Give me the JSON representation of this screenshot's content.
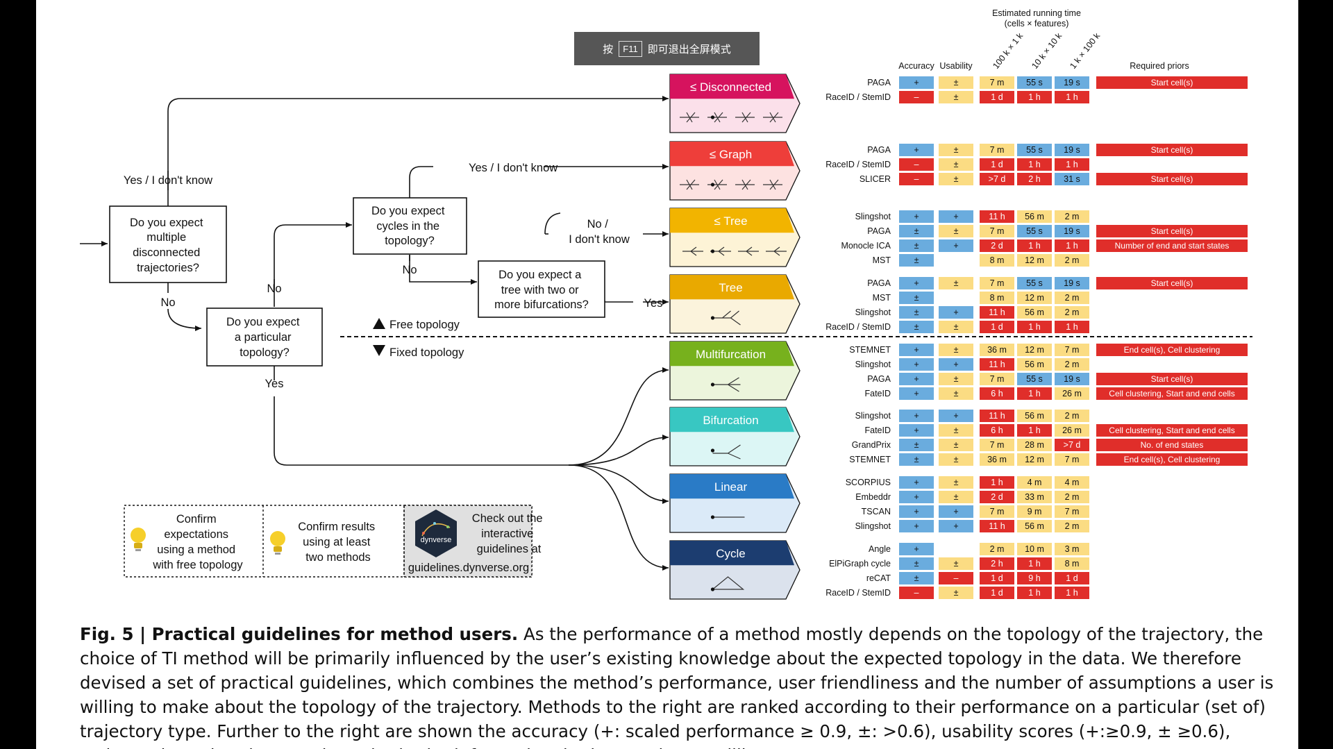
{
  "banner": {
    "pre": "按",
    "key": "F11",
    "post": "即可退出全屏模式"
  },
  "header": {
    "time_line1": "Estimated running time",
    "time_line2": "(cells × features)",
    "accuracy": "Accuracy",
    "usability": "Usability",
    "t1": "100 k × 1 k",
    "t2": "10 k × 10 k",
    "t3": "1 k × 100 k",
    "priors": "Required priors"
  },
  "flow": {
    "yes_idk_top": "Yes / I don't know",
    "q1_lines": [
      "Do you expect",
      "multiple",
      "disconnected",
      "trajectories?"
    ],
    "no_1": "No",
    "yes_idk_mid": "Yes / I don't know",
    "q_cycles_lines": [
      "Do you expect",
      "cycles in the",
      "topology?"
    ],
    "no_2": "No",
    "no_idk_lines": [
      "No /",
      "I don't know"
    ],
    "q_tree_lines": [
      "Do you expect a",
      "tree with two or",
      "more bifurcations?"
    ],
    "yes_tree": "Yes",
    "no_3": "No",
    "q_part_lines": [
      "Do you expect",
      "a particular",
      "topology?"
    ],
    "yes_fixed": "Yes",
    "free": "Free topology",
    "fixed": "Fixed topology"
  },
  "topologies": [
    {
      "label": "≤ Disconnected",
      "color": "#d6135e",
      "light": "#fbe0ea"
    },
    {
      "label": "≤ Graph",
      "color": "#ee3e3a",
      "light": "#fde2e1"
    },
    {
      "label": "≤ Tree",
      "color": "#f2b400",
      "light": "#fdf3d6"
    },
    {
      "label": "Tree",
      "color": "#e9a900",
      "light": "#fbf3dc"
    },
    {
      "label": "Multifurcation",
      "color": "#77b11d",
      "light": "#ecf5dc"
    },
    {
      "label": "Bifurcation",
      "color": "#38c7c2",
      "light": "#dcf6f5"
    },
    {
      "label": "Linear",
      "color": "#2a7bc6",
      "light": "#dbeaf8"
    },
    {
      "label": "Cycle",
      "color": "#1c3d70",
      "light": "#dbe2ed"
    }
  ],
  "colors": {
    "red": "#e02e2a",
    "blue": "#6aacde",
    "yellow": "#fbdc83"
  },
  "methods": [
    {
      "rows": [
        {
          "name": "PAGA",
          "acc": "+",
          "accC": "b",
          "use": "±",
          "useC": "y",
          "t1": "7 m",
          "t1C": "y",
          "t2": "55 s",
          "t2C": "b",
          "t3": "19 s",
          "t3C": "b",
          "prior": "Start cell(s)"
        },
        {
          "name": "RaceID / StemID",
          "acc": "–",
          "accC": "r",
          "use": "±",
          "useC": "y",
          "t1": "1 d",
          "t1C": "r",
          "t2": "1 h",
          "t2C": "r",
          "t3": "1 h",
          "t3C": "r",
          "prior": ""
        }
      ]
    },
    {
      "rows": [
        {
          "name": "PAGA",
          "acc": "+",
          "accC": "b",
          "use": "±",
          "useC": "y",
          "t1": "7 m",
          "t1C": "y",
          "t2": "55 s",
          "t2C": "b",
          "t3": "19 s",
          "t3C": "b",
          "prior": "Start cell(s)"
        },
        {
          "name": "RaceID / StemID",
          "acc": "–",
          "accC": "r",
          "use": "±",
          "useC": "y",
          "t1": "1 d",
          "t1C": "r",
          "t2": "1 h",
          "t2C": "r",
          "t3": "1 h",
          "t3C": "r",
          "prior": ""
        },
        {
          "name": "SLICER",
          "acc": "–",
          "accC": "r",
          "use": "±",
          "useC": "y",
          "t1": ">7 d",
          "t1C": "r",
          "t2": "2 h",
          "t2C": "r",
          "t3": "31 s",
          "t3C": "b",
          "prior": "Start cell(s)"
        }
      ]
    },
    {
      "rows": [
        {
          "name": "Slingshot",
          "acc": "+",
          "accC": "b",
          "use": "+",
          "useC": "b",
          "t1": "11 h",
          "t1C": "r",
          "t2": "56 m",
          "t2C": "y",
          "t3": "2 m",
          "t3C": "y",
          "prior": ""
        },
        {
          "name": "PAGA",
          "acc": "±",
          "accC": "b",
          "use": "±",
          "useC": "y",
          "t1": "7 m",
          "t1C": "y",
          "t2": "55 s",
          "t2C": "b",
          "t3": "19 s",
          "t3C": "b",
          "prior": "Start cell(s)"
        },
        {
          "name": "Monocle ICA",
          "acc": "±",
          "accC": "b",
          "use": "+",
          "useC": "b",
          "t1": "2 d",
          "t1C": "r",
          "t2": "1 h",
          "t2C": "r",
          "t3": "1 h",
          "t3C": "r",
          "prior": "Number of end and start states"
        },
        {
          "name": "MST",
          "acc": "±",
          "accC": "b",
          "use": "",
          "useC": "",
          "t1": "8 m",
          "t1C": "y",
          "t2": "12 m",
          "t2C": "y",
          "t3": "2 m",
          "t3C": "y",
          "prior": ""
        }
      ]
    },
    {
      "rows": [
        {
          "name": "PAGA",
          "acc": "+",
          "accC": "b",
          "use": "±",
          "useC": "y",
          "t1": "7 m",
          "t1C": "y",
          "t2": "55 s",
          "t2C": "b",
          "t3": "19 s",
          "t3C": "b",
          "prior": "Start cell(s)"
        },
        {
          "name": "MST",
          "acc": "±",
          "accC": "b",
          "use": "",
          "useC": "",
          "t1": "8 m",
          "t1C": "y",
          "t2": "12 m",
          "t2C": "y",
          "t3": "2 m",
          "t3C": "y",
          "prior": ""
        },
        {
          "name": "Slingshot",
          "acc": "±",
          "accC": "b",
          "use": "+",
          "useC": "b",
          "t1": "11 h",
          "t1C": "r",
          "t2": "56 m",
          "t2C": "y",
          "t3": "2 m",
          "t3C": "y",
          "prior": ""
        },
        {
          "name": "RaceID / StemID",
          "acc": "±",
          "accC": "b",
          "use": "±",
          "useC": "y",
          "t1": "1 d",
          "t1C": "r",
          "t2": "1 h",
          "t2C": "r",
          "t3": "1 h",
          "t3C": "r",
          "prior": ""
        }
      ]
    },
    {
      "rows": [
        {
          "name": "STEMNET",
          "acc": "+",
          "accC": "b",
          "use": "±",
          "useC": "y",
          "t1": "36 m",
          "t1C": "y",
          "t2": "12 m",
          "t2C": "y",
          "t3": "7 m",
          "t3C": "y",
          "prior": "End cell(s), Cell clustering"
        },
        {
          "name": "Slingshot",
          "acc": "+",
          "accC": "b",
          "use": "+",
          "useC": "b",
          "t1": "11 h",
          "t1C": "r",
          "t2": "56 m",
          "t2C": "y",
          "t3": "2 m",
          "t3C": "y",
          "prior": ""
        },
        {
          "name": "PAGA",
          "acc": "+",
          "accC": "b",
          "use": "±",
          "useC": "y",
          "t1": "7 m",
          "t1C": "y",
          "t2": "55 s",
          "t2C": "b",
          "t3": "19 s",
          "t3C": "b",
          "prior": "Start cell(s)"
        },
        {
          "name": "FateID",
          "acc": "+",
          "accC": "b",
          "use": "±",
          "useC": "y",
          "t1": "6 h",
          "t1C": "r",
          "t2": "1 h",
          "t2C": "r",
          "t3": "26 m",
          "t3C": "y",
          "prior": "Cell clustering, Start and end cells"
        }
      ]
    },
    {
      "rows": [
        {
          "name": "Slingshot",
          "acc": "+",
          "accC": "b",
          "use": "+",
          "useC": "b",
          "t1": "11 h",
          "t1C": "r",
          "t2": "56 m",
          "t2C": "y",
          "t3": "2 m",
          "t3C": "y",
          "prior": ""
        },
        {
          "name": "FateID",
          "acc": "+",
          "accC": "b",
          "use": "±",
          "useC": "y",
          "t1": "6 h",
          "t1C": "r",
          "t2": "1 h",
          "t2C": "r",
          "t3": "26 m",
          "t3C": "y",
          "prior": "Cell clustering, Start and end cells"
        },
        {
          "name": "GrandPrix",
          "acc": "±",
          "accC": "b",
          "use": "±",
          "useC": "y",
          "t1": "7 m",
          "t1C": "y",
          "t2": "28 m",
          "t2C": "y",
          "t3": ">7 d",
          "t3C": "r",
          "prior": "No. of end states"
        },
        {
          "name": "STEMNET",
          "acc": "±",
          "accC": "b",
          "use": "±",
          "useC": "y",
          "t1": "36 m",
          "t1C": "y",
          "t2": "12 m",
          "t2C": "y",
          "t3": "7 m",
          "t3C": "y",
          "prior": "End cell(s), Cell clustering"
        }
      ]
    },
    {
      "rows": [
        {
          "name": "SCORPIUS",
          "acc": "+",
          "accC": "b",
          "use": "±",
          "useC": "y",
          "t1": "1 h",
          "t1C": "r",
          "t2": "4 m",
          "t2C": "y",
          "t3": "4 m",
          "t3C": "y",
          "prior": ""
        },
        {
          "name": "Embeddr",
          "acc": "+",
          "accC": "b",
          "use": "±",
          "useC": "y",
          "t1": "2 d",
          "t1C": "r",
          "t2": "33 m",
          "t2C": "y",
          "t3": "2 m",
          "t3C": "y",
          "prior": ""
        },
        {
          "name": "TSCAN",
          "acc": "+",
          "accC": "b",
          "use": "+",
          "useC": "b",
          "t1": "7 m",
          "t1C": "y",
          "t2": "9 m",
          "t2C": "y",
          "t3": "7 m",
          "t3C": "y",
          "prior": ""
        },
        {
          "name": "Slingshot",
          "acc": "+",
          "accC": "b",
          "use": "+",
          "useC": "b",
          "t1": "11 h",
          "t1C": "r",
          "t2": "56 m",
          "t2C": "y",
          "t3": "2 m",
          "t3C": "y",
          "prior": ""
        }
      ]
    },
    {
      "rows": [
        {
          "name": "Angle",
          "acc": "+",
          "accC": "b",
          "use": "",
          "useC": "",
          "t1": "2 m",
          "t1C": "y",
          "t2": "10 m",
          "t2C": "y",
          "t3": "3 m",
          "t3C": "y",
          "prior": ""
        },
        {
          "name": "ElPiGraph cycle",
          "acc": "±",
          "accC": "b",
          "use": "±",
          "useC": "y",
          "t1": "2 h",
          "t1C": "r",
          "t2": "1 h",
          "t2C": "r",
          "t3": "8 m",
          "t3C": "y",
          "prior": ""
        },
        {
          "name": "reCAT",
          "acc": "±",
          "accC": "b",
          "use": "–",
          "useC": "r",
          "t1": "1 d",
          "t1C": "r",
          "t2": "9 h",
          "t2C": "r",
          "t3": "1 d",
          "t3C": "r",
          "prior": ""
        },
        {
          "name": "RaceID / StemID",
          "acc": "–",
          "accC": "r",
          "use": "±",
          "useC": "y",
          "t1": "1 d",
          "t1C": "r",
          "t2": "1 h",
          "t2C": "r",
          "t3": "1 h",
          "t3C": "r",
          "prior": ""
        }
      ]
    }
  ],
  "tips": {
    "tip1_lines": [
      "Confirm",
      "expectations",
      "using a method",
      "with free topology"
    ],
    "tip2_lines": [
      "Confirm results",
      "using at least",
      "two methods"
    ],
    "tip3_lines": [
      "Check out the",
      "interactive",
      "guidelines at"
    ],
    "tip3_url": "guidelines.dynverse.org",
    "logo": "dynverse"
  },
  "caption": {
    "title": "Fig. 5 | Practical guidelines for method users.",
    "text": " As the performance of a method mostly depends on the topology of the trajectory, the choice of TI method will be primarily influenced by the user’s existing knowledge about the expected topology in the data. We therefore devised a set of practical guidelines, which combines the method’s performance, user friendliness and the number of assumptions a user is willing to make about the topology of the trajectory. Methods to the right are ranked according to their performance on a particular (set of) trajectory type. Further to the right are shown the accuracy (+: scaled performance ≥ 0.9, ±: >0.6), usability scores (+:≥0.9, ± ≥0.6), estimated running times and required prior information. k, thousands; m, millions."
  }
}
